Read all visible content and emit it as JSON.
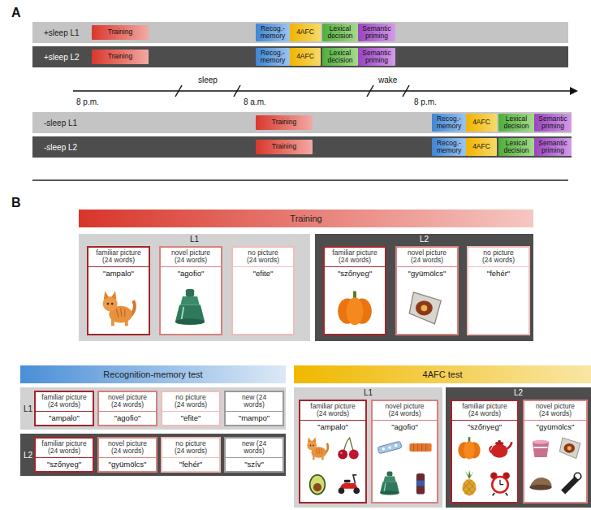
{
  "diagram": {
    "nodes": [
      {
        "text": [
          "+sleep L1"
        ]
      },
      {
        "text": [
          "Training"
        ],
        "in": 0
      },
      {
        "text": [
          "Recog.-memory"
        ],
        "in": 0
      },
      {
        "text": [
          "4AFC"
        ],
        "in": 0
      },
      {
        "text": [
          "Lexical decision"
        ],
        "in": 0
      },
      {
        "text": [
          "Semantic priming"
        ],
        "in": 0
      },
      {
        "text": [
          "+sleep L2"
        ]
      },
      {
        "text": [
          "Training"
        ],
        "in": 6
      },
      {
        "text": [
          "Recog.-memory"
        ],
        "in": 6
      },
      {
        "text": [
          "4AFC"
        ],
        "in": 6
      },
      {
        "text": [
          "Lexical decision"
        ],
        "in": 6
      },
      {
        "text": [
          "Semantic priming"
        ],
        "in": 6
      },
      {
        "text": [
          "-sleep L1"
        ]
      },
      {
        "text": [
          "Training"
        ],
        "in": 12
      },
      {
        "text": [
          "Recog.-memory"
        ],
        "in": 12
      },
      {
        "text": [
          "4AFC"
        ],
        "in": 12
      },
      {
        "text": [
          "Lexical decision"
        ],
        "in": 12
      },
      {
        "text": [
          "Semantic priming"
        ],
        "in": 12
      },
      {
        "text": [
          "-sleep L2"
        ]
      },
      {
        "text": [
          "Training"
        ],
        "in": 18
      },
      {
        "text": [
          "Recog.-memory"
        ],
        "in": 18
      },
      {
        "text": [
          "4AFC"
        ],
        "in": 18
      },
      {
        "text": [
          "Lexical decision"
        ],
        "in": 18
      },
      {
        "text": [
          "Semantic priming"
        ],
        "in": 18
      },
      {
        "text": [
          "Training"
        ]
      },
      {
        "text": [
          "L1"
        ]
      },
      {
        "text": [
          "familiar picture (24 words)",
          "\"ampalo\""
        ],
        "in": 25
      },
      {
        "text": [
          "novel picture (24 words)",
          "\"agofio\""
        ],
        "in": 25
      },
      {
        "text": [
          "no picture (24 words)",
          "\"efite\""
        ],
        "in": 25
      },
      {
        "text": [
          "L2"
        ]
      },
      {
        "text": [
          "familiar picture (24 words)",
          "\"szőnyeg\""
        ],
        "in": 29
      },
      {
        "text": [
          "novel picture (24 words)",
          "\"gyümölcs\""
        ],
        "in": 29
      },
      {
        "text": [
          "no picture (24 words)",
          "\"fehér\""
        ],
        "in": 29
      },
      {
        "text": [
          "Recognition-memory test"
        ]
      },
      {
        "text": [
          "L1"
        ]
      },
      {
        "text": [
          "familiar picture (24 words)",
          "\"ampalo\""
        ],
        "in": 34
      },
      {
        "text": [
          "novel picture (24 words)",
          "\"agofio\""
        ],
        "in": 34
      },
      {
        "text": [
          "no picture (24 words)",
          "\"efite\""
        ],
        "in": 34
      },
      {
        "text": [
          "new (24 words)",
          "\"mampo\""
        ],
        "in": 34
      },
      {
        "text": [
          "L2"
        ]
      },
      {
        "text": [
          "familiar picture (24 words)",
          "\"szőnyeg\""
        ],
        "in": 39
      },
      {
        "text": [
          "novel picture (24 words)",
          "\"gyümölcs\""
        ],
        "in": 39
      },
      {
        "text": [
          "no picture (24 words)",
          "\"fehér\""
        ],
        "in": 39
      },
      {
        "text": [
          "new (24 words)",
          "\"szív\""
        ],
        "in": 39
      },
      {
        "text": [
          "4AFC test"
        ]
      },
      {
        "text": [
          "L1"
        ]
      },
      {
        "text": [
          "familiar picture (24 words)",
          "\"ampalo\""
        ],
        "in": 45
      },
      {
        "text": [
          "novel picture (24 words)",
          "\"agofio\""
        ],
        "in": 45
      },
      {
        "text": [
          "L2"
        ]
      },
      {
        "text": [
          "familiar picture (24 words)",
          "\"szőnyeg\""
        ],
        "in": 48
      },
      {
        "text": [
          "novel picture (24 words)",
          "\"gyümölcs\""
        ],
        "in": 48
      }
    ],
    "labels": [
      "A",
      "sleep",
      "wake",
      "8 p.m.",
      "8 a.m.",
      "8 p.m.",
      "B"
    ]
  }
}
